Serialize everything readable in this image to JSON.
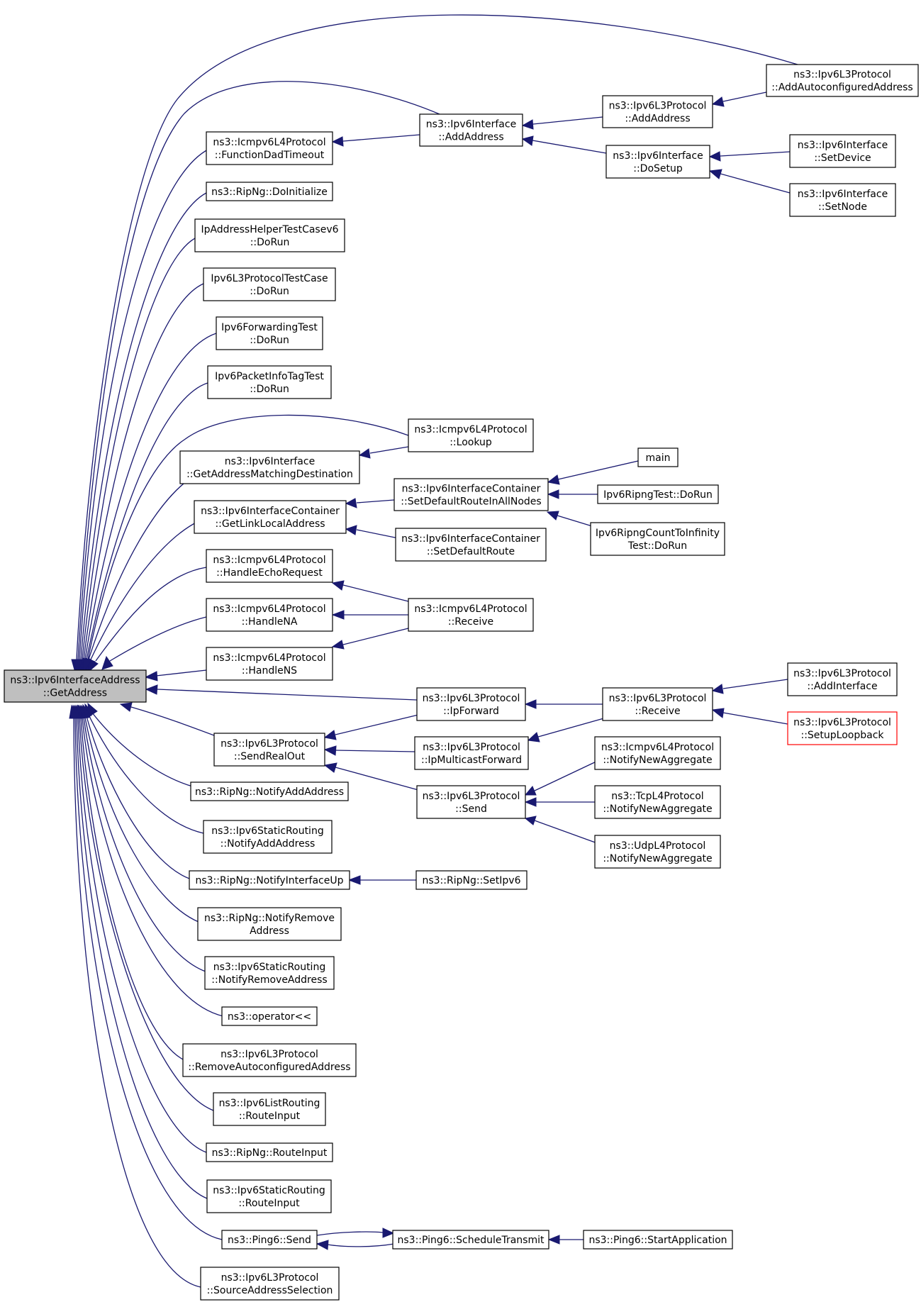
{
  "colors": {
    "edge": "#191970",
    "node_border": "#000000",
    "highlight_border": "#ff0000",
    "root_fill": "#bfbfbf",
    "background": "#ffffff"
  },
  "nodes": [
    {
      "id": "root",
      "lines": [
        "ns3::Ipv6InterfaceAddress",
        "::GetAddress"
      ],
      "style": "root"
    },
    {
      "id": "icmp_fdt",
      "lines": [
        "ns3::Icmpv6L4Protocol",
        "::FunctionDadTimeout"
      ]
    },
    {
      "id": "ripng_doinit",
      "lines": [
        "ns3::RipNg::DoInitialize"
      ]
    },
    {
      "id": "ipaddr_test",
      "lines": [
        "IpAddressHelperTestCasev6",
        "::DoRun"
      ]
    },
    {
      "id": "ipv6l3_test",
      "lines": [
        "Ipv6L3ProtocolTestCase",
        "::DoRun"
      ]
    },
    {
      "id": "ipv6fwd_test",
      "lines": [
        "Ipv6ForwardingTest",
        "::DoRun"
      ]
    },
    {
      "id": "ipv6pkt_test",
      "lines": [
        "Ipv6PacketInfoTagTest",
        "::DoRun"
      ]
    },
    {
      "id": "iface_gamd",
      "lines": [
        "ns3::Ipv6Interface",
        "::GetAddressMatchingDestination"
      ]
    },
    {
      "id": "ifc_glla",
      "lines": [
        "ns3::Ipv6InterfaceContainer",
        "::GetLinkLocalAddress"
      ]
    },
    {
      "id": "icmp_her",
      "lines": [
        "ns3::Icmpv6L4Protocol",
        "::HandleEchoRequest"
      ]
    },
    {
      "id": "icmp_hna",
      "lines": [
        "ns3::Icmpv6L4Protocol",
        "::HandleNA"
      ]
    },
    {
      "id": "icmp_hns",
      "lines": [
        "ns3::Icmpv6L4Protocol",
        "::HandleNS"
      ]
    },
    {
      "id": "l3_sro",
      "lines": [
        "ns3::Ipv6L3Protocol",
        "::SendRealOut"
      ]
    },
    {
      "id": "ripng_naa",
      "lines": [
        "ns3::RipNg::NotifyAddAddress"
      ]
    },
    {
      "id": "static_naa",
      "lines": [
        "ns3::Ipv6StaticRouting",
        "::NotifyAddAddress"
      ]
    },
    {
      "id": "ripng_niu",
      "lines": [
        "ns3::RipNg::NotifyInterfaceUp"
      ]
    },
    {
      "id": "ripng_nra",
      "lines": [
        "ns3::RipNg::NotifyRemove",
        "Address"
      ]
    },
    {
      "id": "static_nra",
      "lines": [
        "ns3::Ipv6StaticRouting",
        "::NotifyRemoveAddress"
      ]
    },
    {
      "id": "op_ll",
      "lines": [
        "ns3::operator<<"
      ]
    },
    {
      "id": "l3_raa",
      "lines": [
        "ns3::Ipv6L3Protocol",
        "::RemoveAutoconfiguredAddress"
      ]
    },
    {
      "id": "list_ri",
      "lines": [
        "ns3::Ipv6ListRouting",
        "::RouteInput"
      ]
    },
    {
      "id": "ripng_ri",
      "lines": [
        "ns3::RipNg::RouteInput"
      ]
    },
    {
      "id": "static_ri",
      "lines": [
        "ns3::Ipv6StaticRouting",
        "::RouteInput"
      ]
    },
    {
      "id": "ping_send",
      "lines": [
        "ns3::Ping6::Send"
      ]
    },
    {
      "id": "l3_sas",
      "lines": [
        "ns3::Ipv6L3Protocol",
        "::SourceAddressSelection"
      ]
    },
    {
      "id": "iface_aa",
      "lines": [
        "ns3::Ipv6Interface",
        "::AddAddress"
      ]
    },
    {
      "id": "icmp_lookup",
      "lines": [
        "ns3::Icmpv6L4Protocol",
        "::Lookup"
      ]
    },
    {
      "id": "ifc_sdrian",
      "lines": [
        "ns3::Ipv6InterfaceContainer",
        "::SetDefaultRouteInAllNodes"
      ]
    },
    {
      "id": "ifc_sdr",
      "lines": [
        "ns3::Ipv6InterfaceContainer",
        "::SetDefaultRoute"
      ]
    },
    {
      "id": "icmp_recv",
      "lines": [
        "ns3::Icmpv6L4Protocol",
        "::Receive"
      ]
    },
    {
      "id": "l3_ipfwd",
      "lines": [
        "ns3::Ipv6L3Protocol",
        "::IpForward"
      ]
    },
    {
      "id": "l3_ipmfwd",
      "lines": [
        "ns3::Ipv6L3Protocol",
        "::IpMulticastForward"
      ]
    },
    {
      "id": "l3_send",
      "lines": [
        "ns3::Ipv6L3Protocol",
        "::Send"
      ]
    },
    {
      "id": "ripng_setipv6",
      "lines": [
        "ns3::RipNg::SetIpv6"
      ]
    },
    {
      "id": "ping_st",
      "lines": [
        "ns3::Ping6::ScheduleTransmit"
      ]
    },
    {
      "id": "l3_aa",
      "lines": [
        "ns3::Ipv6L3Protocol",
        "::AddAddress"
      ]
    },
    {
      "id": "iface_dosetup",
      "lines": [
        "ns3::Ipv6Interface",
        "::DoSetup"
      ]
    },
    {
      "id": "main",
      "lines": [
        "main"
      ]
    },
    {
      "id": "ripng_test",
      "lines": [
        "Ipv6RipngTest::DoRun"
      ]
    },
    {
      "id": "ripng_cti",
      "lines": [
        "Ipv6RipngCountToInfinity",
        "Test::DoRun"
      ]
    },
    {
      "id": "l3_receive",
      "lines": [
        "ns3::Ipv6L3Protocol",
        "::Receive"
      ]
    },
    {
      "id": "icmp_nna",
      "lines": [
        "ns3::Icmpv6L4Protocol",
        "::NotifyNewAggregate"
      ]
    },
    {
      "id": "tcp_nna",
      "lines": [
        "ns3::TcpL4Protocol",
        "::NotifyNewAggregate"
      ]
    },
    {
      "id": "udp_nna",
      "lines": [
        "ns3::UdpL4Protocol",
        "::NotifyNewAggregate"
      ]
    },
    {
      "id": "ping_sa",
      "lines": [
        "ns3::Ping6::StartApplication"
      ]
    },
    {
      "id": "l3_aca",
      "lines": [
        "ns3::Ipv6L3Protocol",
        "::AddAutoconfiguredAddress"
      ]
    },
    {
      "id": "iface_setdevice",
      "lines": [
        "ns3::Ipv6Interface",
        "::SetDevice"
      ]
    },
    {
      "id": "iface_setnode",
      "lines": [
        "ns3::Ipv6Interface",
        "::SetNode"
      ]
    },
    {
      "id": "l3_addif",
      "lines": [
        "ns3::Ipv6L3Protocol",
        "::AddInterface"
      ]
    },
    {
      "id": "l3_setuplb",
      "lines": [
        "ns3::Ipv6L3Protocol",
        "::SetupLoopback"
      ],
      "style": "highlight"
    }
  ]
}
